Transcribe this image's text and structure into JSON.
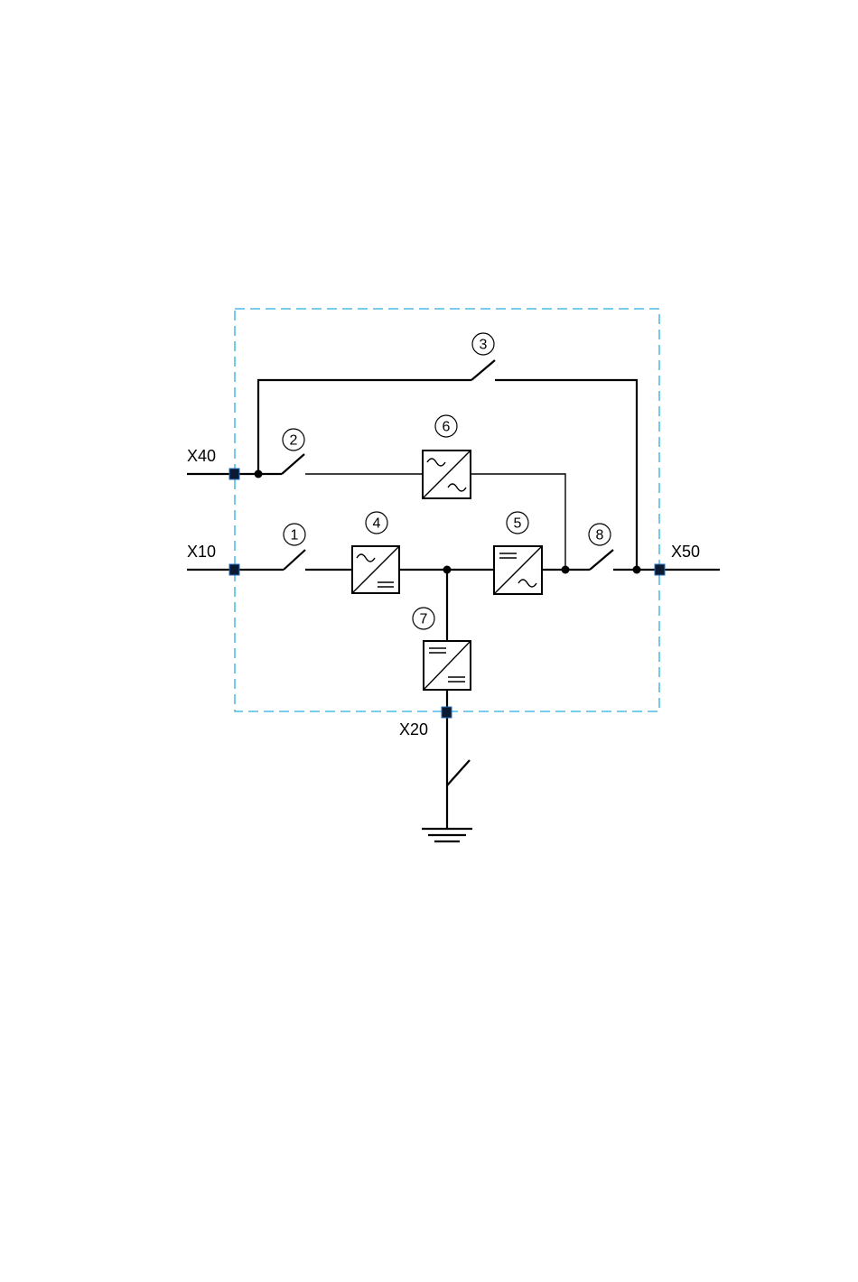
{
  "terminals": {
    "x40": "X40",
    "x10": "X10",
    "x50": "X50",
    "x20": "X20"
  },
  "components": {
    "switch_1": "1",
    "switch_2": "2",
    "switch_3": "3",
    "rectifier_4": "4",
    "inverter_5": "5",
    "converter_6": "6",
    "dc_converter_7": "7",
    "switch_8": "8"
  },
  "colors": {
    "boundary": "#29aee0",
    "terminal": "#0a1a33",
    "line": "#000000"
  }
}
